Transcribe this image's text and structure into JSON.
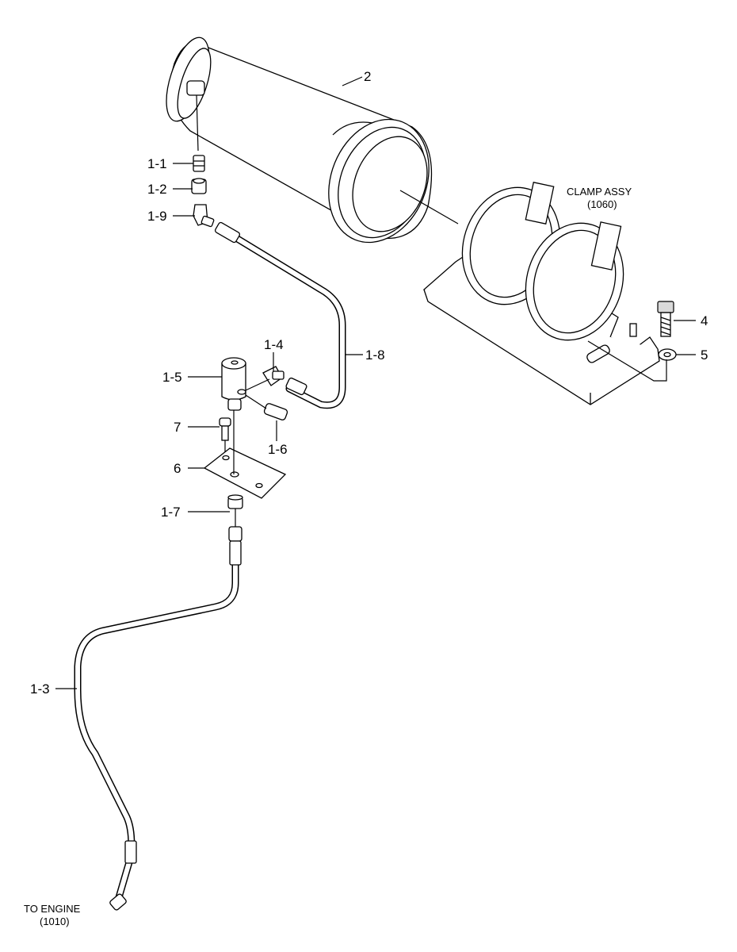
{
  "labels": {
    "p2": "2",
    "p1_1": "1-1",
    "p1_2": "1-2",
    "p1_9": "1-9",
    "p1_4": "1-4",
    "p1_5": "1-5",
    "p1_8": "1-8",
    "p7": "7",
    "p1_6": "1-6",
    "p6": "6",
    "p1_7": "1-7",
    "p1_3": "1-3",
    "p4": "4",
    "p5": "5"
  },
  "notes": {
    "clamp_line1": "CLAMP ASSY",
    "clamp_line2": "(1060)",
    "engine_line1": "TO ENGINE",
    "engine_line2": "(1010)"
  }
}
